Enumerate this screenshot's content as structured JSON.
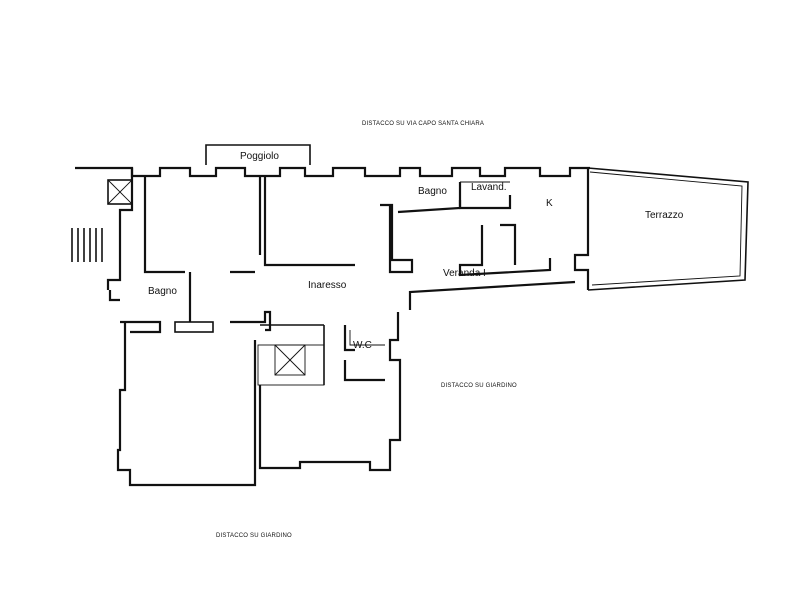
{
  "plan": {
    "annotations": {
      "top_setback": "DISTACCO SU VIA CAPO SANTA CHIARA",
      "right_setback": "DISTACCO SU GIARDINO",
      "bottom_setback": "DISTACCO SU GIARDINO"
    },
    "rooms": {
      "poggiolo": "Poggiolo",
      "bagno_upper": "Bagno",
      "lavanderia": "Lavand.",
      "kitchen": "K",
      "terrazzo": "Terrazzo",
      "bagno_left": "Bagno",
      "ingresso": "Inaresso",
      "veranda": "Veranda I",
      "wc": "W.C"
    },
    "colors": {
      "line": "#111111",
      "background": "#ffffff"
    }
  }
}
